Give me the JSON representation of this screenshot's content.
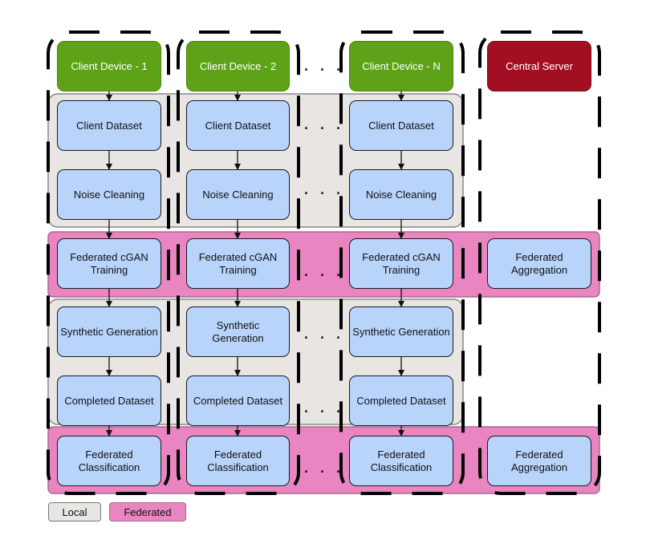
{
  "columns": {
    "client1": {
      "header": "Client Device - 1",
      "steps": [
        "Client Dataset",
        "Noise Cleaning",
        "Federated cGAN\nTraining",
        "Synthetic Generation",
        "Completed Dataset",
        "Federated\nClassification"
      ]
    },
    "client2": {
      "header": "Client Device - 2",
      "steps": [
        "Client Dataset",
        "Noise Cleaning",
        "Federated cGAN\nTraining",
        "Synthetic Generation",
        "Completed Dataset",
        "Federated\nClassification"
      ]
    },
    "clientN": {
      "header": "Client Device - N",
      "steps": [
        "Client Dataset",
        "Noise Cleaning",
        "Federated cGAN\nTraining",
        "Synthetic Generation",
        "Completed Dataset",
        "Federated\nClassification"
      ]
    },
    "server": {
      "header": "Central Server",
      "aggregation_1": "Federated\nAggregation",
      "aggregation_2": "Federated\nAggregation"
    }
  },
  "ellipsis": ". . .",
  "legend": {
    "local": "Local",
    "federated": "Federated"
  },
  "colors": {
    "client_header": "#5ea317",
    "server_header": "#a30f22",
    "step_fill": "#b8d4fb",
    "local_band": "#e8e5e2",
    "federated_band": "#e985c0"
  }
}
